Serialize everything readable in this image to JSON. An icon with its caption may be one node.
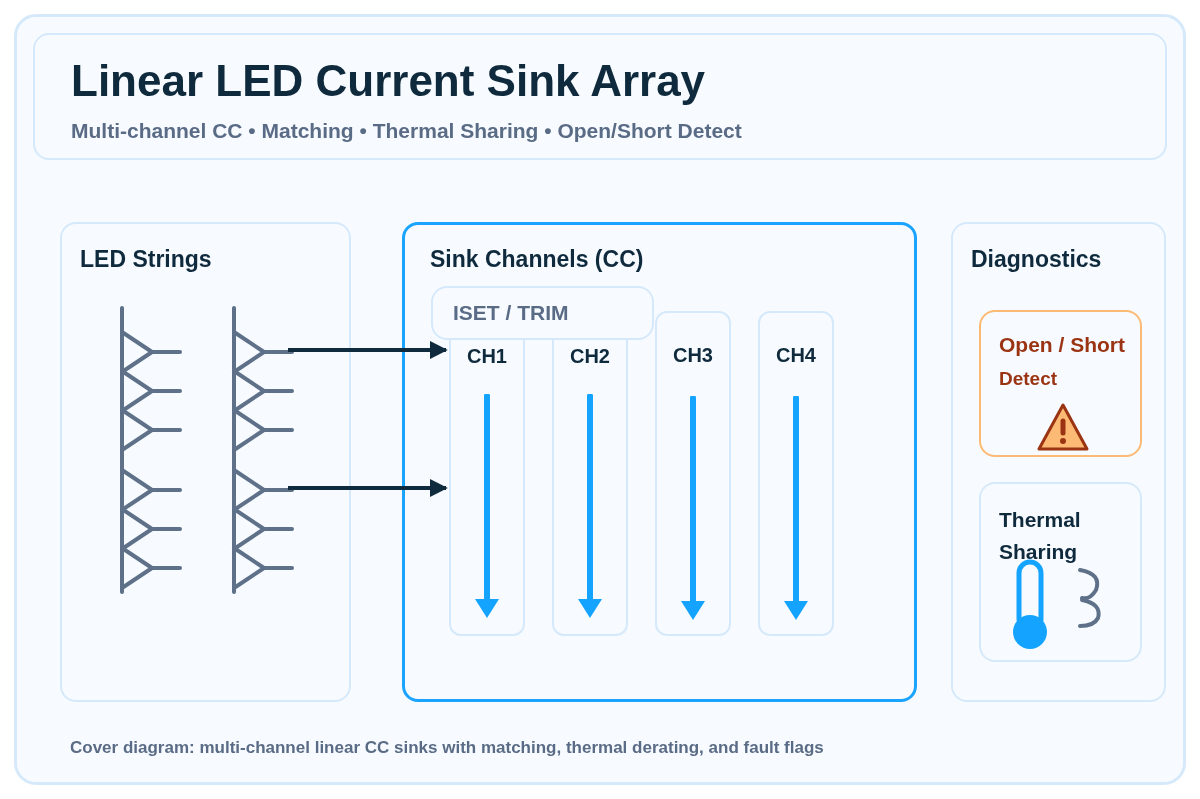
{
  "diagram": {
    "title": "Linear LED Current Sink Array",
    "caption": "Cover diagram: multi-channel linear CC sinks with matching, thermal derating, and fault flags",
    "nodes": [
      {
        "text": [
          "LED Strings"
        ]
      },
      {
        "text": [],
        "shape": "picture",
        "in": 0
      },
      {
        "text": [],
        "shape": "picture",
        "in": 0
      },
      {
        "text": [
          "Sink Channels (CC)"
        ]
      },
      {
        "text": [
          "ISET / TRIM"
        ],
        "in": 3
      },
      {
        "text": [
          "CH1"
        ],
        "in": 3
      },
      {
        "text": [
          "CH2"
        ],
        "in": 3
      },
      {
        "text": [
          "CH3"
        ],
        "in": 3
      },
      {
        "text": [
          "CH4"
        ],
        "in": 3
      },
      {
        "text": [
          "Diagnostics"
        ]
      },
      {
        "text": [
          "Open / Short",
          "Detect"
        ],
        "in": 9
      },
      {
        "text": [
          "Thermal Sharing"
        ],
        "in": 9
      }
    ],
    "edges": [
      {
        "from": 2,
        "to": 5,
        "arrow": "to"
      },
      {
        "from": 2,
        "to": 5,
        "arrow": "to"
      }
    ],
    "labels": [
      "Multi-channel CC • Matching • Thermal Sharing • Open/Short Detect"
    ]
  }
}
